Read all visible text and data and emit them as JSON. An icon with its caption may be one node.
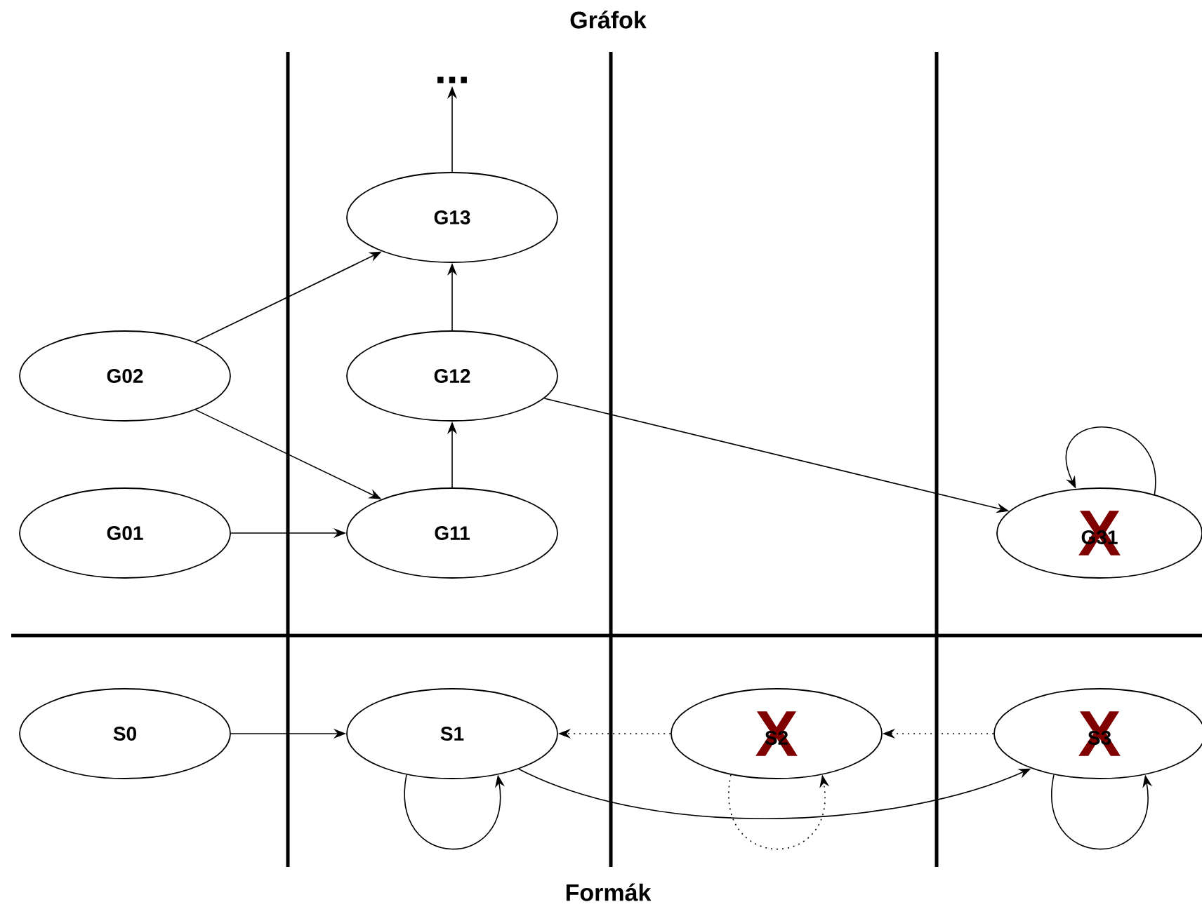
{
  "diagram": {
    "nodes": [
      {
        "text": [
          "G02"
        ]
      },
      {
        "text": [
          "G01"
        ]
      },
      {
        "text": [
          "..."
        ]
      },
      {
        "text": [
          "G13"
        ]
      },
      {
        "text": [
          "G12"
        ]
      },
      {
        "text": [
          "G11"
        ]
      },
      {
        "text": [
          "G31",
          "X"
        ]
      },
      {
        "text": [
          "S0"
        ]
      },
      {
        "text": [
          "S1"
        ]
      },
      {
        "text": [
          "S2",
          "X"
        ]
      },
      {
        "text": [
          "S3",
          "X"
        ]
      }
    ],
    "edges": [
      {
        "from": 0,
        "to": 3,
        "arrow": "to"
      },
      {
        "from": 0,
        "to": 5,
        "arrow": "to"
      },
      {
        "from": 1,
        "to": 5,
        "arrow": "to"
      },
      {
        "from": 5,
        "to": 4,
        "arrow": "to"
      },
      {
        "from": 4,
        "to": 3,
        "arrow": "to"
      },
      {
        "from": 3,
        "to": 2,
        "arrow": "to"
      },
      {
        "from": 4,
        "to": 6,
        "arrow": "to"
      },
      {
        "from": 6,
        "to": 6,
        "arrow": "to"
      },
      {
        "from": 7,
        "to": 8,
        "arrow": "to"
      },
      {
        "from": 8,
        "to": 8,
        "arrow": "to"
      },
      {
        "from": 9,
        "to": 8,
        "arrow": "to",
        "style": "dashed"
      },
      {
        "from": 10,
        "to": 9,
        "arrow": "to",
        "style": "dashed"
      },
      {
        "from": 9,
        "to": 9,
        "arrow": "to",
        "style": "dashed"
      },
      {
        "from": 8,
        "to": 10,
        "arrow": "to"
      },
      {
        "from": 10,
        "to": 10,
        "arrow": "to"
      }
    ],
    "labels": [
      "Gráfok",
      "Formák"
    ]
  }
}
